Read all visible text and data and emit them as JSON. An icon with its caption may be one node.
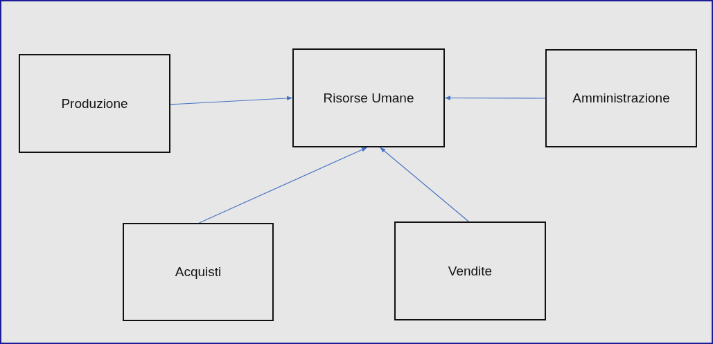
{
  "diagram": {
    "nodes": [
      {
        "text": [
          "Produzione"
        ]
      },
      {
        "text": [
          "Risorse Umane"
        ]
      },
      {
        "text": [
          "Amministrazione"
        ]
      },
      {
        "text": [
          "Acquisti"
        ]
      },
      {
        "text": [
          "Vendite"
        ]
      }
    ],
    "edges": [
      {
        "from": 0,
        "to": 1,
        "arrow": "to"
      },
      {
        "from": 2,
        "to": 1,
        "arrow": "to"
      },
      {
        "from": 3,
        "to": 1,
        "arrow": "to"
      },
      {
        "from": 4,
        "to": 1,
        "arrow": "to"
      }
    ]
  }
}
